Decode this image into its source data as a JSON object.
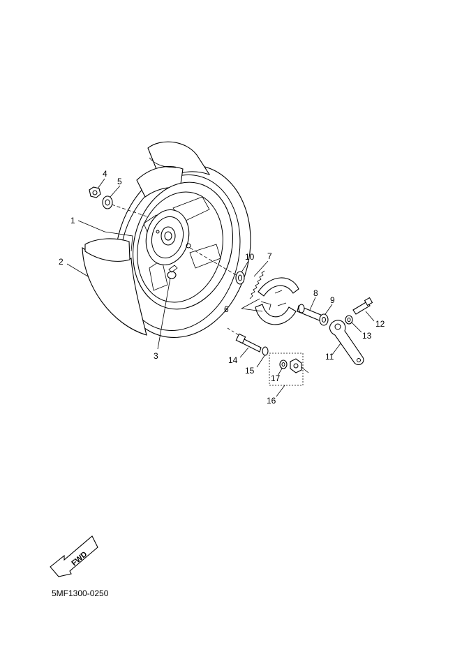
{
  "callouts": {
    "c1": "1",
    "c2": "2",
    "c3": "3",
    "c4": "4",
    "c5": "5",
    "c6": "6",
    "c7": "7",
    "c8": "8",
    "c9": "9",
    "c10": "10",
    "c11": "11",
    "c12": "12",
    "c13": "13",
    "c14": "14",
    "c15": "15",
    "c16": "16",
    "c17": "17"
  },
  "fwd_label": "FWD",
  "part_code": "5MF1300-0250"
}
